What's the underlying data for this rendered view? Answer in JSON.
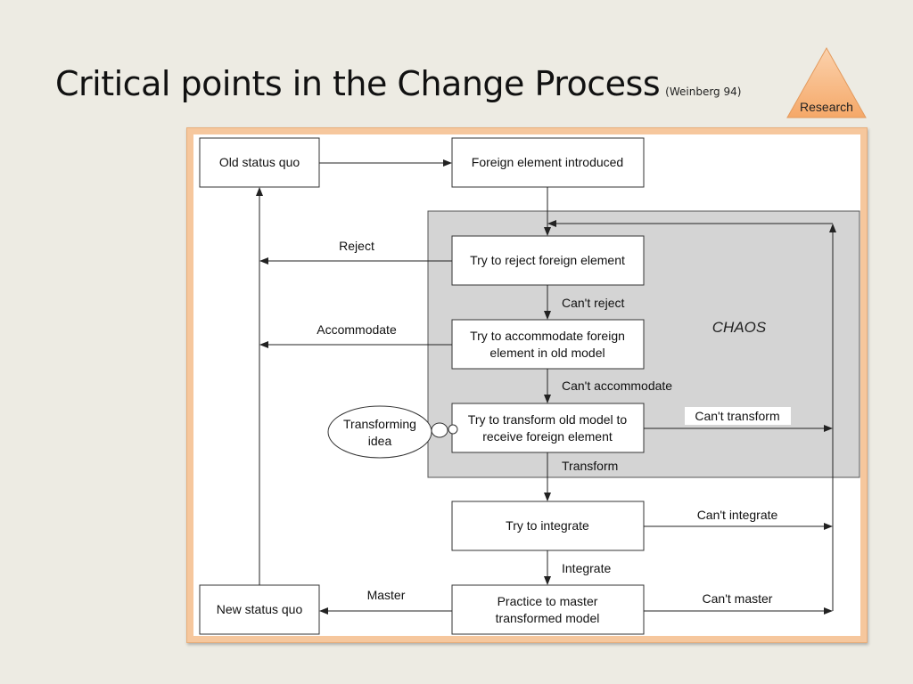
{
  "title": "Critical points in the Change Process",
  "citation": "(Weinberg 94)",
  "badge": "Research",
  "chaos_label": "CHAOS",
  "boxes": {
    "old_status_quo": "Old status quo",
    "foreign_element": "Foreign element introduced",
    "try_reject": "Try to reject foreign element",
    "try_accommodate": [
      "Try to accommodate foreign",
      "element in old model"
    ],
    "try_transform": [
      "Try to transform old model to",
      "receive foreign element"
    ],
    "try_integrate": "Try to integrate",
    "practice_master": [
      "Practice to master",
      "transformed model"
    ],
    "new_status_quo": "New status quo"
  },
  "bubble": [
    "Transforming",
    "idea"
  ],
  "labels": {
    "reject": "Reject",
    "accommodate": "Accommodate",
    "cant_reject": "Can't reject",
    "cant_accommodate": "Can't accommodate",
    "transform": "Transform",
    "cant_transform": "Can't transform",
    "integrate": "Integrate",
    "cant_integrate": "Can't integrate",
    "master": "Master",
    "cant_master": "Can't master"
  }
}
